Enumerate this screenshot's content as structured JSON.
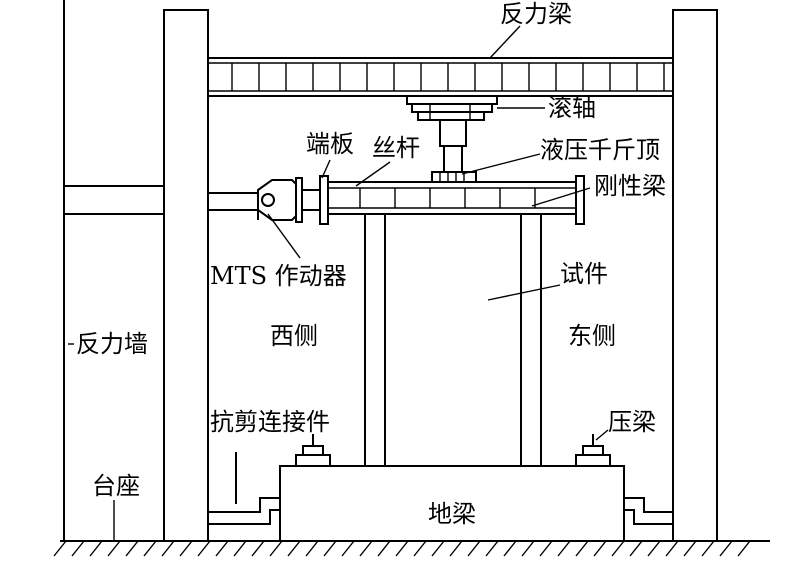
{
  "labels": {
    "reaction_beam": "反力梁",
    "roller": "滚轴",
    "end_plate": "端板",
    "screw_rod": "丝杆",
    "hydraulic_jack": "液压千斤顶",
    "rigid_beam": "刚性梁",
    "mts_actuator": "MTS 作动器",
    "specimen": "试件",
    "west_side": "西侧",
    "east_side": "东侧",
    "reaction_wall": "反力墙",
    "shear_connector": "抗剪连接件",
    "pressure_beam": "压梁",
    "pedestal": "台座",
    "ground_beam": "地梁"
  }
}
